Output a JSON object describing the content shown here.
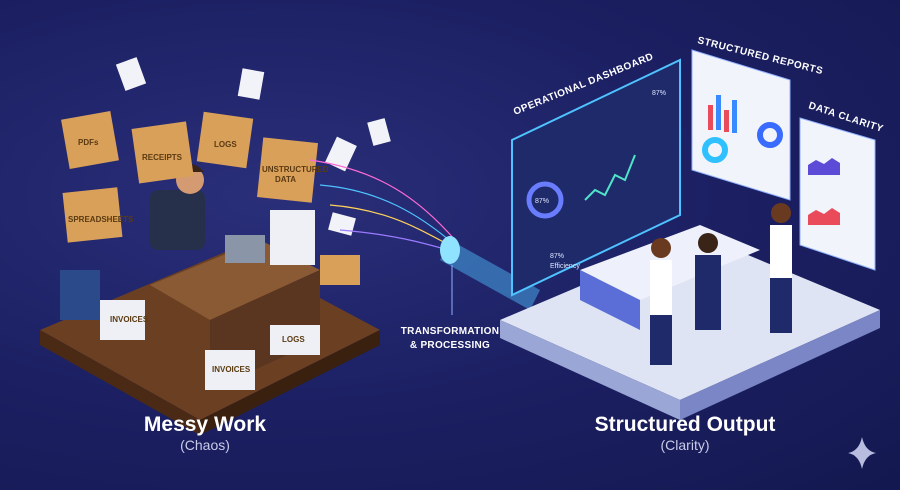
{
  "left": {
    "title": "Messy Work",
    "subtitle": "(Chaos)",
    "tags": {
      "pdfs": "PDFs",
      "receipts": "RECEIPTS",
      "logs": "LOGS",
      "unstructured": "UNSTRUCTURED",
      "unstructured2": "DATA",
      "spreadsheets": "SPREADSHEETS",
      "invoices": "INVOICES",
      "logs2": "LOGS",
      "invoices2": "INVOICES"
    }
  },
  "middle": {
    "line1": "TRANSFORMATION",
    "line2": "& PROCESSING"
  },
  "right": {
    "title": "Structured Output",
    "subtitle": "(Clarity)",
    "screens": {
      "dashboard": "OPERATIONAL DASHBOARD",
      "reports": "STRUCTURED REPORTS",
      "clarity": "DATA CLARITY"
    },
    "dashboard": {
      "kpi1": "87%",
      "kpi2": "87%",
      "kpi3": "87%",
      "efficiency": "Efficiency"
    }
  },
  "colors": {
    "bg": "#1b1f5e",
    "accent": "#4fc3ff",
    "desk": "#7a4a2a"
  }
}
